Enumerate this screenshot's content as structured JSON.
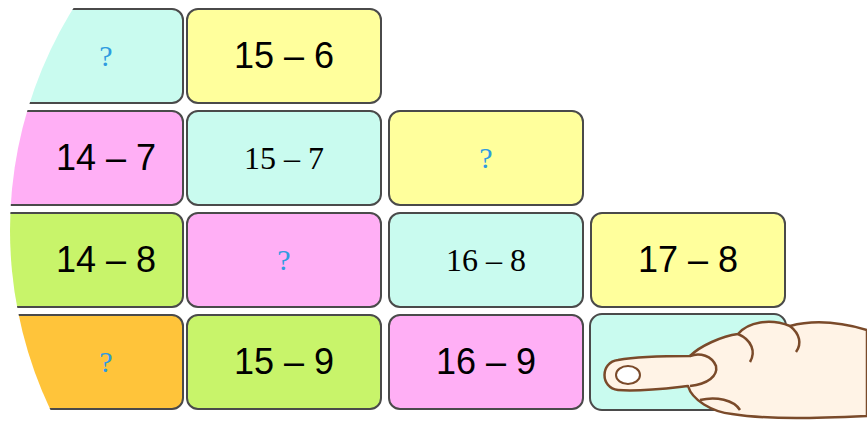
{
  "diagram": {
    "nodes": [
      {
        "text": [
          "?"
        ]
      },
      {
        "text": [
          "15 – 6"
        ]
      },
      {
        "text": [
          "14 – 7"
        ]
      },
      {
        "text": [
          "15 – 7"
        ]
      },
      {
        "text": [
          "?"
        ]
      },
      {
        "text": [
          "14 – 8"
        ]
      },
      {
        "text": [
          "?"
        ]
      },
      {
        "text": [
          "16 – 8"
        ]
      },
      {
        "text": [
          "17 – 8"
        ]
      },
      {
        "text": [
          "?"
        ]
      },
      {
        "text": [
          "15 – 9"
        ]
      },
      {
        "text": [
          "16 – 9"
        ]
      }
    ]
  }
}
